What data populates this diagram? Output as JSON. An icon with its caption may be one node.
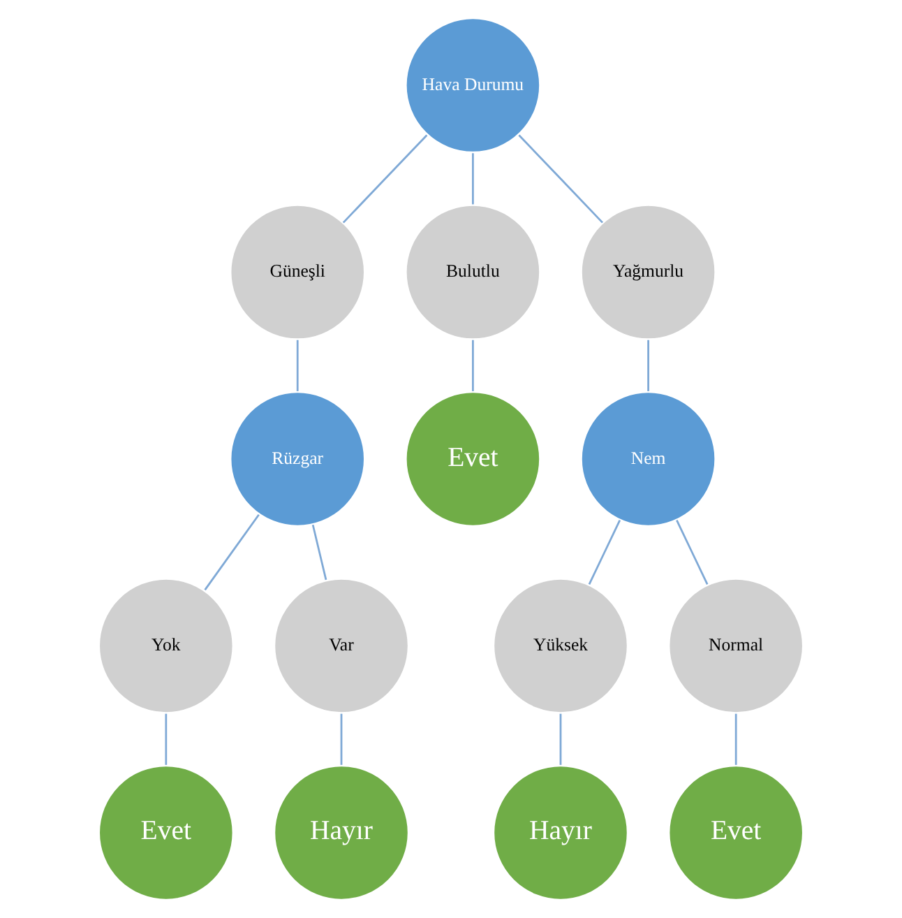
{
  "diagram": {
    "nodes": [
      {
        "text": [
          "Hava Durumu"
        ]
      },
      {
        "text": [
          "Güneşli"
        ]
      },
      {
        "text": [
          "Bulutlu"
        ]
      },
      {
        "text": [
          "Yağmurlu"
        ]
      },
      {
        "text": [
          "Rüzgar"
        ]
      },
      {
        "text": [
          "Evet"
        ]
      },
      {
        "text": [
          "Nem"
        ]
      },
      {
        "text": [
          "Yok"
        ]
      },
      {
        "text": [
          "Var"
        ]
      },
      {
        "text": [
          "Yüksek"
        ]
      },
      {
        "text": [
          "Normal"
        ]
      },
      {
        "text": [
          "Evet"
        ]
      },
      {
        "text": [
          "Hayır"
        ]
      },
      {
        "text": [
          "Hayır"
        ]
      },
      {
        "text": [
          "Evet"
        ]
      }
    ],
    "edges": [
      {
        "from": 0,
        "to": 1,
        "arrow": "none"
      },
      {
        "from": 0,
        "to": 2,
        "arrow": "none"
      },
      {
        "from": 0,
        "to": 3,
        "arrow": "none"
      },
      {
        "from": 1,
        "to": 4,
        "arrow": "none"
      },
      {
        "from": 2,
        "to": 5,
        "arrow": "none"
      },
      {
        "from": 3,
        "to": 6,
        "arrow": "none"
      },
      {
        "from": 4,
        "to": 7,
        "arrow": "none"
      },
      {
        "from": 4,
        "to": 8,
        "arrow": "none"
      },
      {
        "from": 6,
        "to": 9,
        "arrow": "none"
      },
      {
        "from": 6,
        "to": 10,
        "arrow": "none"
      },
      {
        "from": 7,
        "to": 11,
        "arrow": "none"
      },
      {
        "from": 8,
        "to": 12,
        "arrow": "none"
      },
      {
        "from": 9,
        "to": 13,
        "arrow": "none"
      },
      {
        "from": 10,
        "to": 14,
        "arrow": "none"
      }
    ]
  }
}
